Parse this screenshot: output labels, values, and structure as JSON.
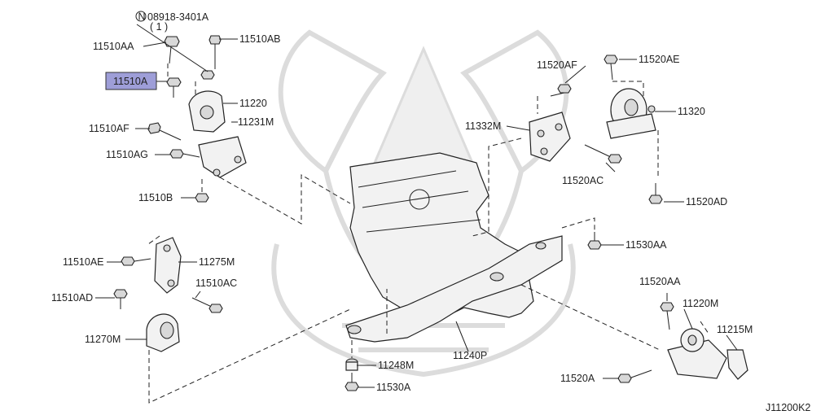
{
  "diagram_code": "J11200K2",
  "note": {
    "symbol": "N",
    "part": "08918-3401A",
    "qty": "( 1 )"
  },
  "highlighted_part": "11510A",
  "labels": {
    "l11510AA": "11510AA",
    "l11510AB": "11510AB",
    "l11510A": "11510A",
    "l11220": "11220",
    "l11510AF": "11510AF",
    "l11231M": "11231M",
    "l11510AG": "11510AG",
    "l11510B": "11510B",
    "l11520AF": "11520AF",
    "l11520AE": "11520AE",
    "l11332M": "11332M",
    "l11320": "11320",
    "l11520AC": "11520AC",
    "l11520AD": "11520AD",
    "l11530AA": "11530AA",
    "l11510AE": "11510AE",
    "l11275M": "11275M",
    "l11510AD": "11510AD",
    "l11510AC": "11510AC",
    "l11270M": "11270M",
    "l11520AA": "11520AA",
    "l11220M": "11220M",
    "l11215M": "11215M",
    "l11248M": "11248M",
    "l11240P": "11240P",
    "l11530A": "11530A",
    "l11520A": "11520A"
  },
  "colors": {
    "highlight": "#9e9ed8",
    "line": "#222222",
    "watermark": "#dcdcdc"
  }
}
